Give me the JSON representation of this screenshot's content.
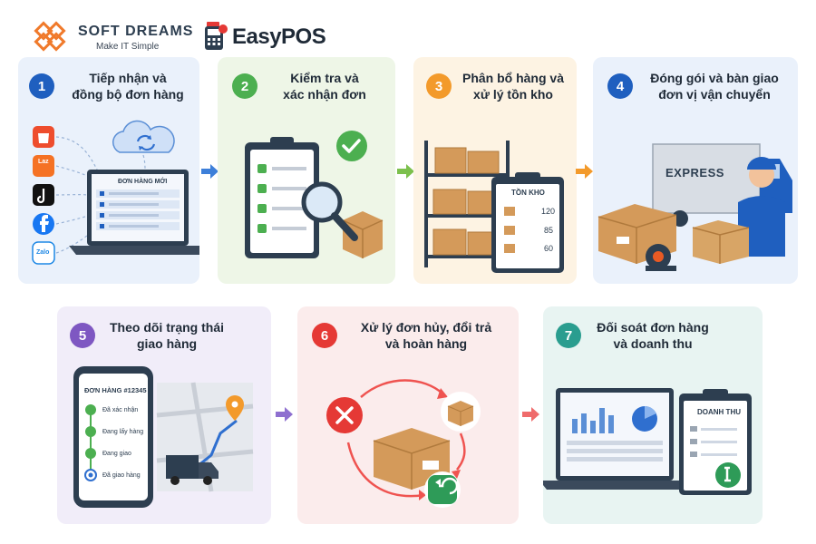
{
  "header": {
    "softdreams_name": "SOFT DREAMS",
    "softdreams_tagline": "Make IT Simple",
    "easypos_name": "EasyPOS"
  },
  "colors": {
    "blue": "#1f5fbf",
    "green": "#4caf50",
    "orange": "#f39a2b",
    "purple": "#7e57c2",
    "red": "#e53935",
    "teal": "#2a9d8f"
  },
  "steps": [
    {
      "number": "1",
      "title_line1": "Tiếp nhận và",
      "title_line2": "đồng bộ đơn hàng",
      "screen_label": "ĐƠN HÀNG MỚI",
      "channels": [
        "shopee-icon",
        "lazada-icon",
        "tiktok-icon",
        "facebook-icon",
        "zalo-icon"
      ],
      "channel_labels": {
        "lazada": "Laz",
        "zalo": "Zalo"
      }
    },
    {
      "number": "2",
      "title_line1": "Kiểm tra và",
      "title_line2": "xác nhận đơn"
    },
    {
      "number": "3",
      "title_line1": "Phân bổ hàng và",
      "title_line2": "xử lý tồn kho",
      "stock_title": "TỒN KHO",
      "stock_values": [
        "120",
        "85",
        "60"
      ]
    },
    {
      "number": "4",
      "title_line1": "Đóng gói và bàn giao",
      "title_line2": "đơn vị vận chuyển",
      "truck_label": "EXPRESS"
    },
    {
      "number": "5",
      "title_line1": "Theo dõi trạng thái",
      "title_line2": "giao hàng",
      "order_label": "ĐƠN HÀNG #12345",
      "statuses": [
        "Đã xác nhận",
        "Đang lấy hàng",
        "Đang giao",
        "Đã giao hàng"
      ]
    },
    {
      "number": "6",
      "title_line1": "Xử lý đơn hủy, đổi trả",
      "title_line2": "và hoàn hàng"
    },
    {
      "number": "7",
      "title_line1": "Đối soát đơn hàng",
      "title_line2": "và doanh thu",
      "revenue_label": "DOANH THU"
    }
  ]
}
